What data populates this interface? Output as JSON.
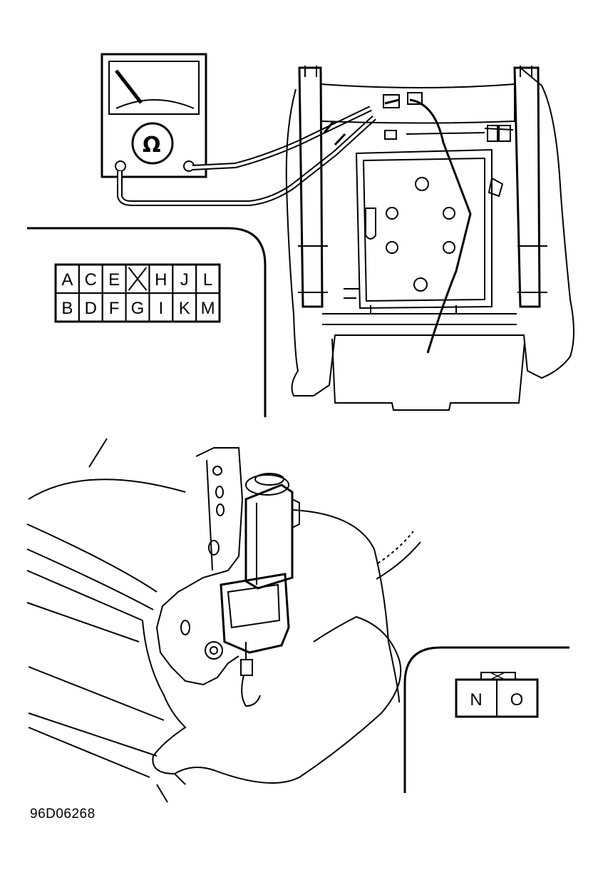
{
  "meter": {
    "symbol": "Ω"
  },
  "connector_top": {
    "row1": [
      "A",
      "C",
      "E",
      "",
      "H",
      "J",
      "L"
    ],
    "row2": [
      "B",
      "D",
      "F",
      "G",
      "I",
      "K",
      "M"
    ]
  },
  "connector_bottom": {
    "pins": [
      "N",
      "O"
    ]
  },
  "figure_code": "96D06268"
}
